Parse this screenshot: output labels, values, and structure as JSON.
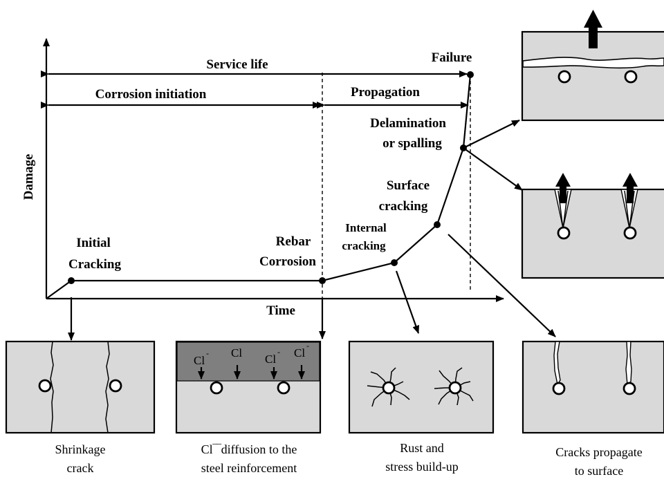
{
  "axes": {
    "x_label": "Time",
    "y_label": "Damage"
  },
  "spans": {
    "service_life": "Service life",
    "corrosion_initiation": "Corrosion initiation",
    "propagation": "Propagation"
  },
  "stages": {
    "initial_cracking": [
      "Initial",
      "Cracking"
    ],
    "rebar_corrosion": [
      "Rebar",
      "Corrosion"
    ],
    "internal_cracking": [
      "Internal",
      "cracking"
    ],
    "surface_cracking": [
      "Surface",
      "cracking"
    ],
    "delamination": [
      "Delamination",
      "or spalling"
    ],
    "failure": "Failure"
  },
  "chloride_symbol": "Cl",
  "chloride_charge": "-",
  "captions": {
    "shrinkage": [
      "Shrinkage",
      "crack"
    ],
    "diffusion": [
      "Cl‾‾diffusion to the",
      "steel reinforcement"
    ],
    "rust": [
      "Rust and",
      "stress build-up"
    ],
    "propagate": [
      "Cracks propagate",
      "to surface"
    ]
  }
}
